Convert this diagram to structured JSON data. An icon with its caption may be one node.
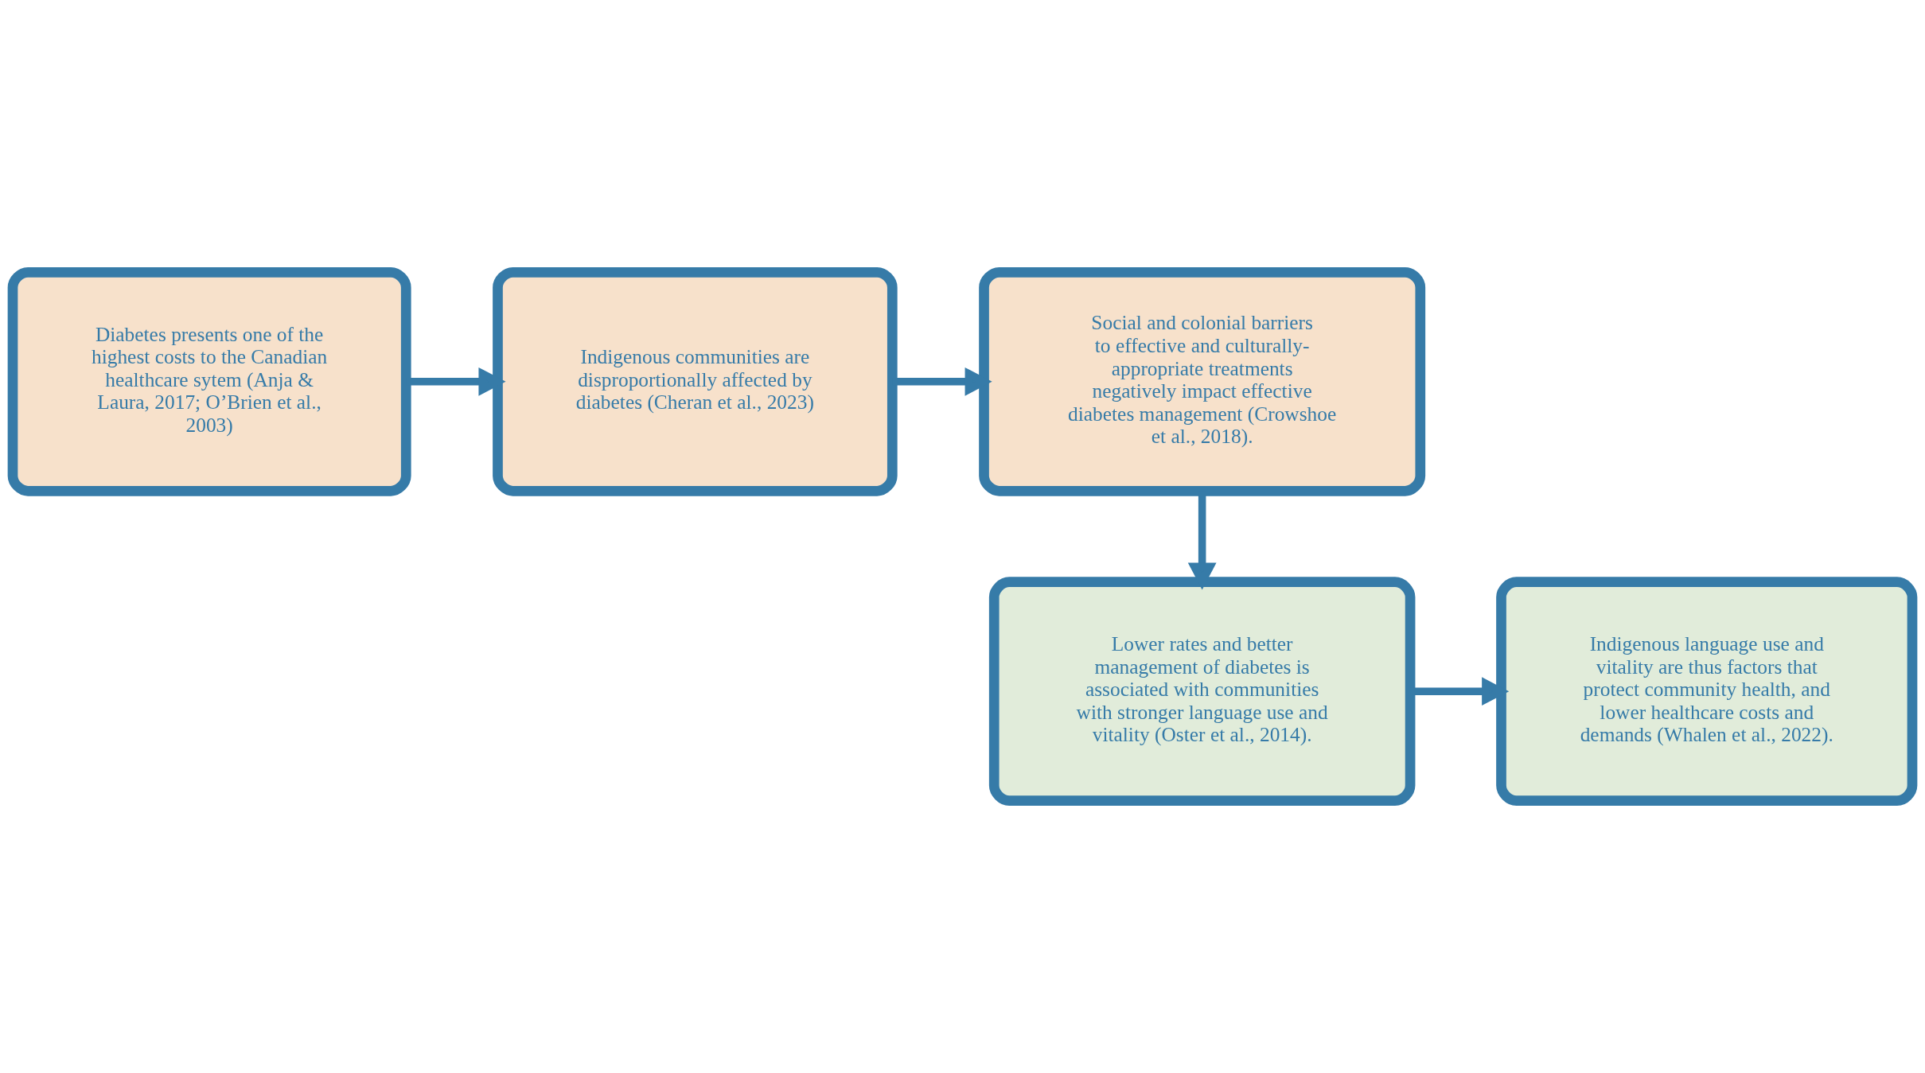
{
  "diagram": {
    "nodes": [
      {
        "text": [
          "Diabetes presents one of the highest costs to the Canadian healthcare sytem (Anja & Laura, 2017; O’Brien et al., 2003)"
        ]
      },
      {
        "text": [
          "Indigenous communities are disproportionally affected by diabetes (Cheran et al., 2023)"
        ]
      },
      {
        "text": [
          "Social and colonial barriers to effective and culturally-appropriate treatments negatively impact effective diabetes management (Crowshoe et al., 2018)."
        ]
      },
      {
        "text": [
          "Lower rates and better management of diabetes is associated with communities with stronger language use and vitality (Oster et al., 2014)."
        ]
      },
      {
        "text": [
          "Indigenous language use and vitality are thus factors that protect community health, and lower healthcare costs and demands (Whalen et al., 2022)."
        ]
      }
    ],
    "edges": [
      {
        "from": 0,
        "to": 1,
        "arrow": "to"
      },
      {
        "from": 1,
        "to": 2,
        "arrow": "to"
      },
      {
        "from": 2,
        "to": 3,
        "arrow": "to"
      },
      {
        "from": 3,
        "to": 4,
        "arrow": "to"
      }
    ]
  }
}
